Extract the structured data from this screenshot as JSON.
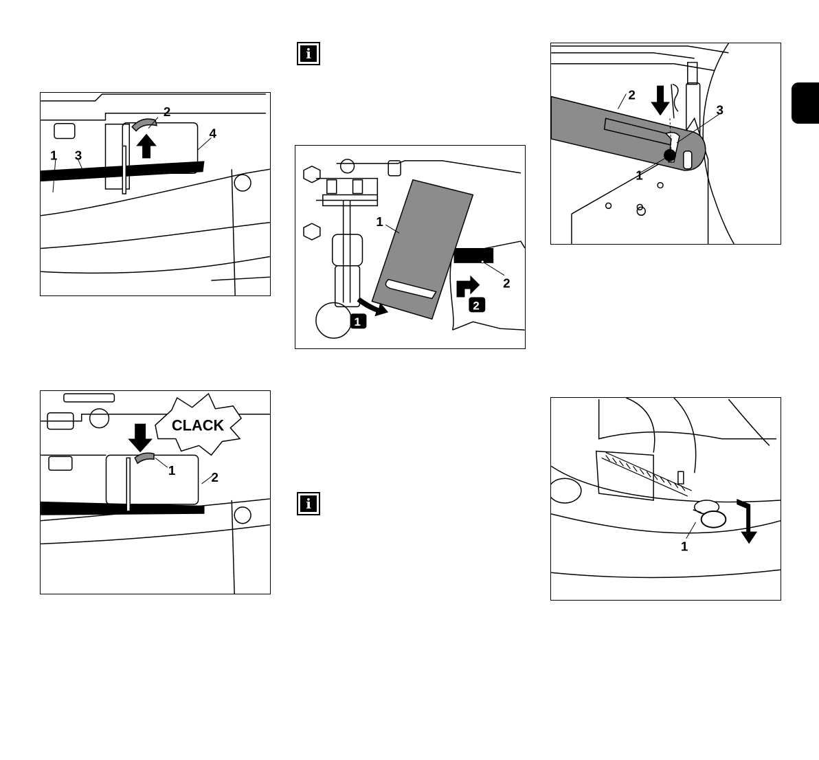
{
  "figures": {
    "fig_a": {
      "labels": [
        "1",
        "2",
        "3",
        "4"
      ]
    },
    "fig_b": {
      "labels": [
        "1",
        "2"
      ],
      "sound_word": "CLACK"
    },
    "fig_c": {
      "labels": [
        "1",
        "2"
      ],
      "step_badges": [
        "1",
        "2"
      ]
    },
    "fig_d": {
      "labels": [
        "1",
        "2",
        "3"
      ]
    },
    "fig_e": {
      "labels": [
        "1"
      ]
    }
  },
  "icons": {
    "info": "i"
  },
  "colors": {
    "ink": "#000000",
    "paper": "#ffffff",
    "shade": "#8c8c8c"
  }
}
